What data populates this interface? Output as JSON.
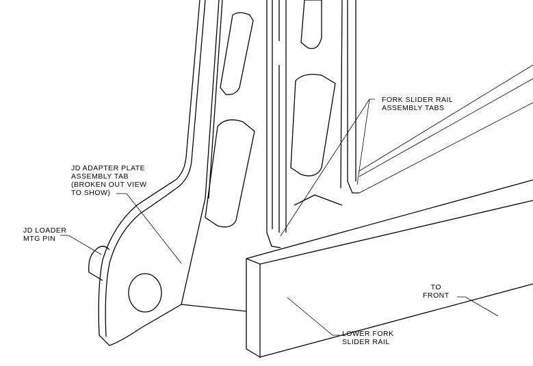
{
  "callouts": {
    "adapter_tab": [
      "JD ADAPTER PLATE",
      "ASSEMBLY TAB",
      "(BROKEN OUT VIEW",
      "TO SHOW)"
    ],
    "loader_pin": [
      "JD LOADER",
      "MTG PIN"
    ],
    "slider_tabs": [
      "FORK SLIDER RAIL",
      "ASSEMBLY TABS"
    ],
    "to_front": [
      "TO",
      "FRONT"
    ],
    "lower_rail": [
      "LOWER FORK",
      "SLIDER RAIL"
    ]
  }
}
